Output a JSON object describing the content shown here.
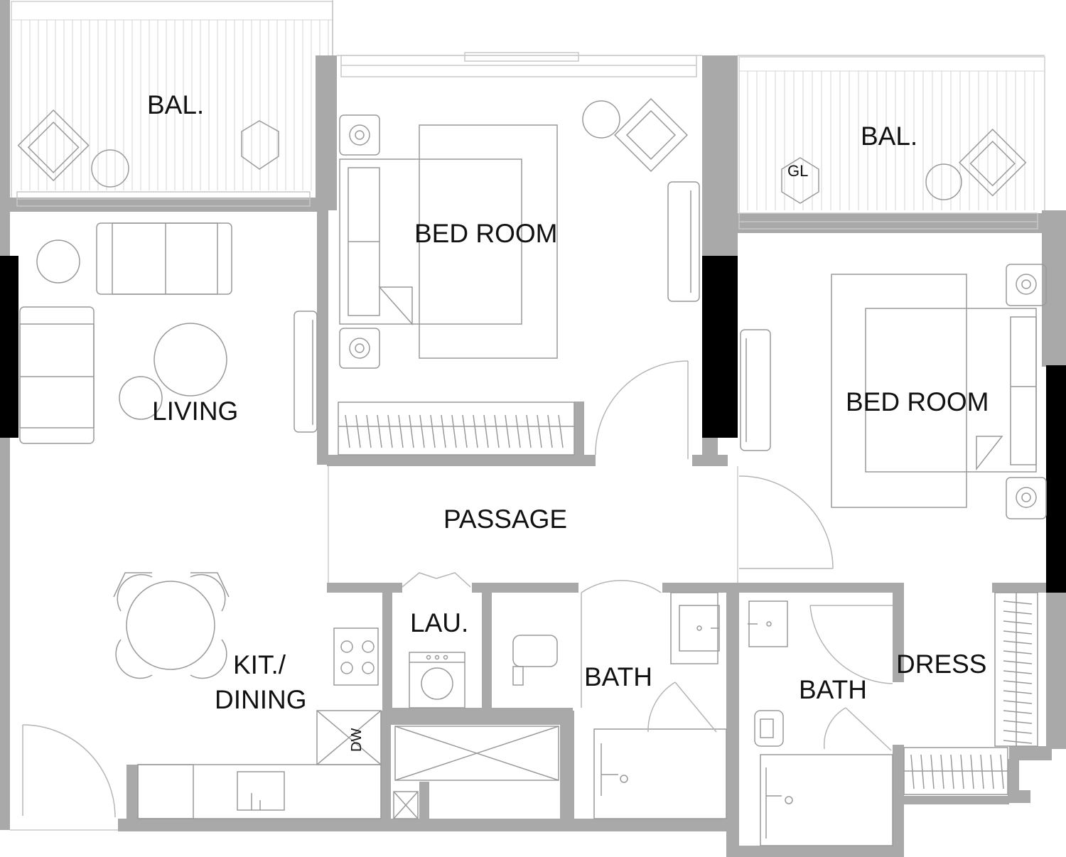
{
  "rooms": {
    "balcony_left": "BAL.",
    "balcony_right": "BAL.",
    "gas_label": "GL",
    "bedroom_master": "BED ROOM",
    "bedroom_second": "BED ROOM",
    "living": "LIVING",
    "passage": "PASSAGE",
    "kitchen_line1": "KIT./",
    "kitchen_line2": "DINING",
    "laundry": "LAU.",
    "dishwasher": "DW",
    "bath_center": "BATH",
    "bath_right": "BATH",
    "dress": "DRESS"
  }
}
